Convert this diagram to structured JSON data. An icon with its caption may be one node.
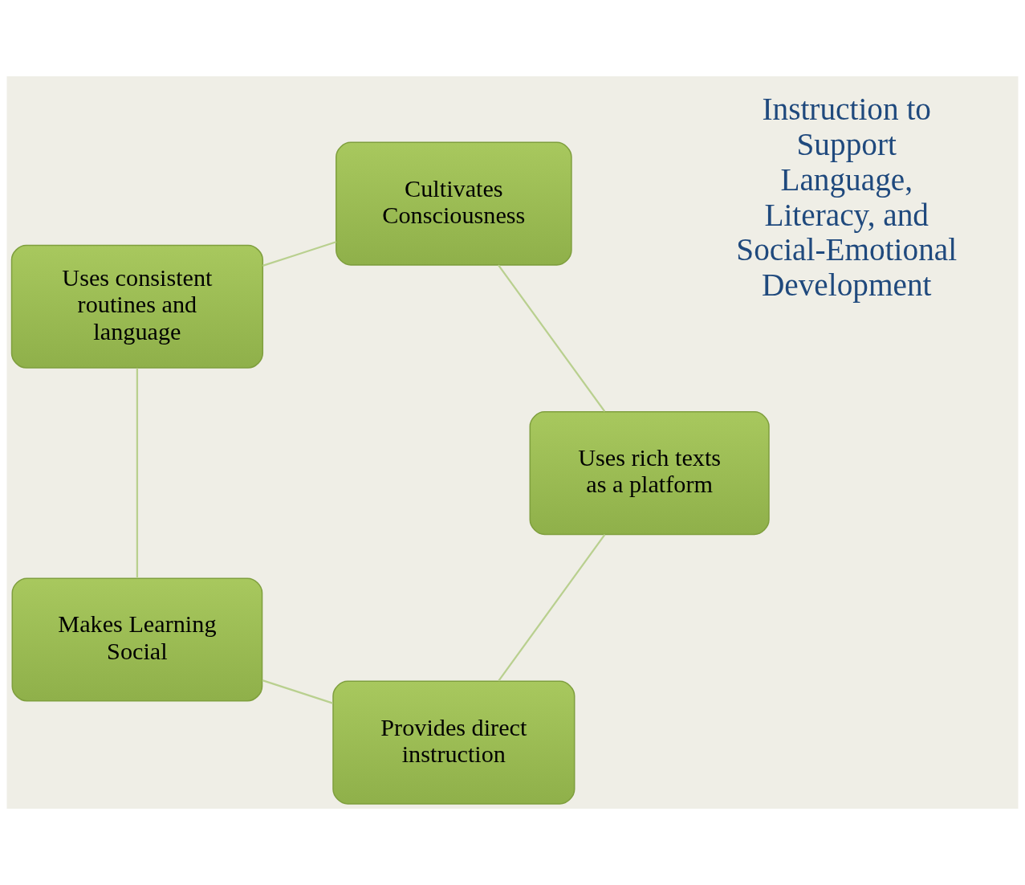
{
  "diagram": {
    "nodes": [
      {
        "text": [
          "Provides direct instruction"
        ]
      },
      {
        "text": [
          "Makes Learning Social"
        ]
      },
      {
        "text": [
          "Uses consistent routines and language"
        ]
      },
      {
        "text": [
          "Cultivates Consciousness"
        ]
      },
      {
        "text": [
          "Uses rich texts as a platform"
        ]
      }
    ],
    "edges": [
      {
        "from": 0,
        "to": 1,
        "arrow": "none"
      },
      {
        "from": 1,
        "to": 2,
        "arrow": "none"
      },
      {
        "from": 2,
        "to": 3,
        "arrow": "none"
      },
      {
        "from": 3,
        "to": 4,
        "arrow": "none"
      },
      {
        "from": 4,
        "to": 0,
        "arrow": "none"
      }
    ],
    "labels": [
      "Instruction to Support Language, Literacy, and Social-Emotional Development"
    ]
  }
}
